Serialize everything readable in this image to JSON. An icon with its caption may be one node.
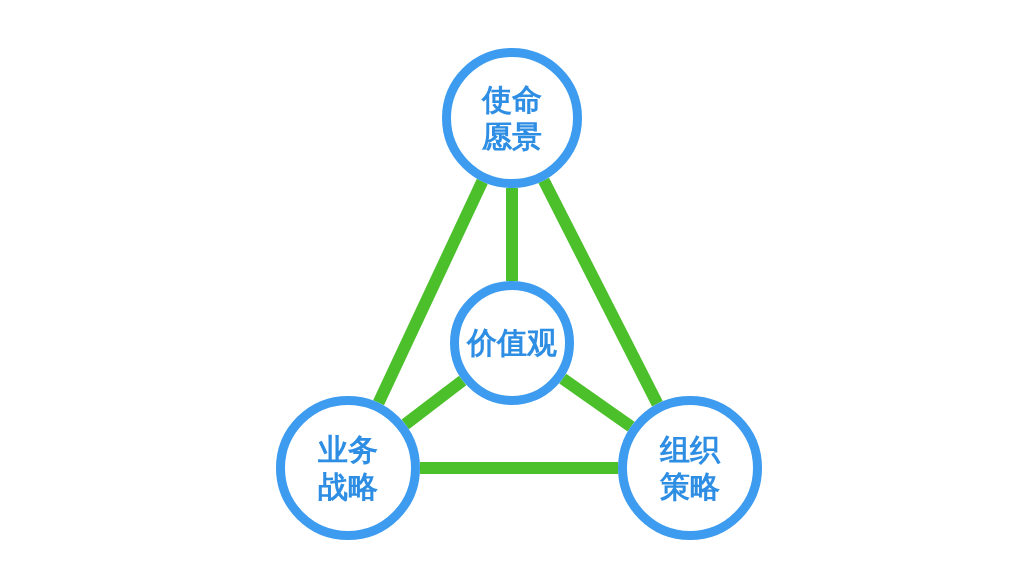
{
  "diagram": {
    "nodes": [
      {
        "text": [
          "使命愿景"
        ]
      },
      {
        "text": [
          "价值观"
        ]
      },
      {
        "text": [
          "业务战略"
        ]
      },
      {
        "text": [
          "组织策略"
        ]
      }
    ],
    "edges": [
      {
        "from": 0,
        "to": 2,
        "arrow": "none"
      },
      {
        "from": 0,
        "to": 3,
        "arrow": "none"
      },
      {
        "from": 2,
        "to": 3,
        "arrow": "none"
      },
      {
        "from": 1,
        "to": 0,
        "arrow": "none"
      },
      {
        "from": 1,
        "to": 2,
        "arrow": "none"
      },
      {
        "from": 1,
        "to": 3,
        "arrow": "none"
      }
    ]
  }
}
